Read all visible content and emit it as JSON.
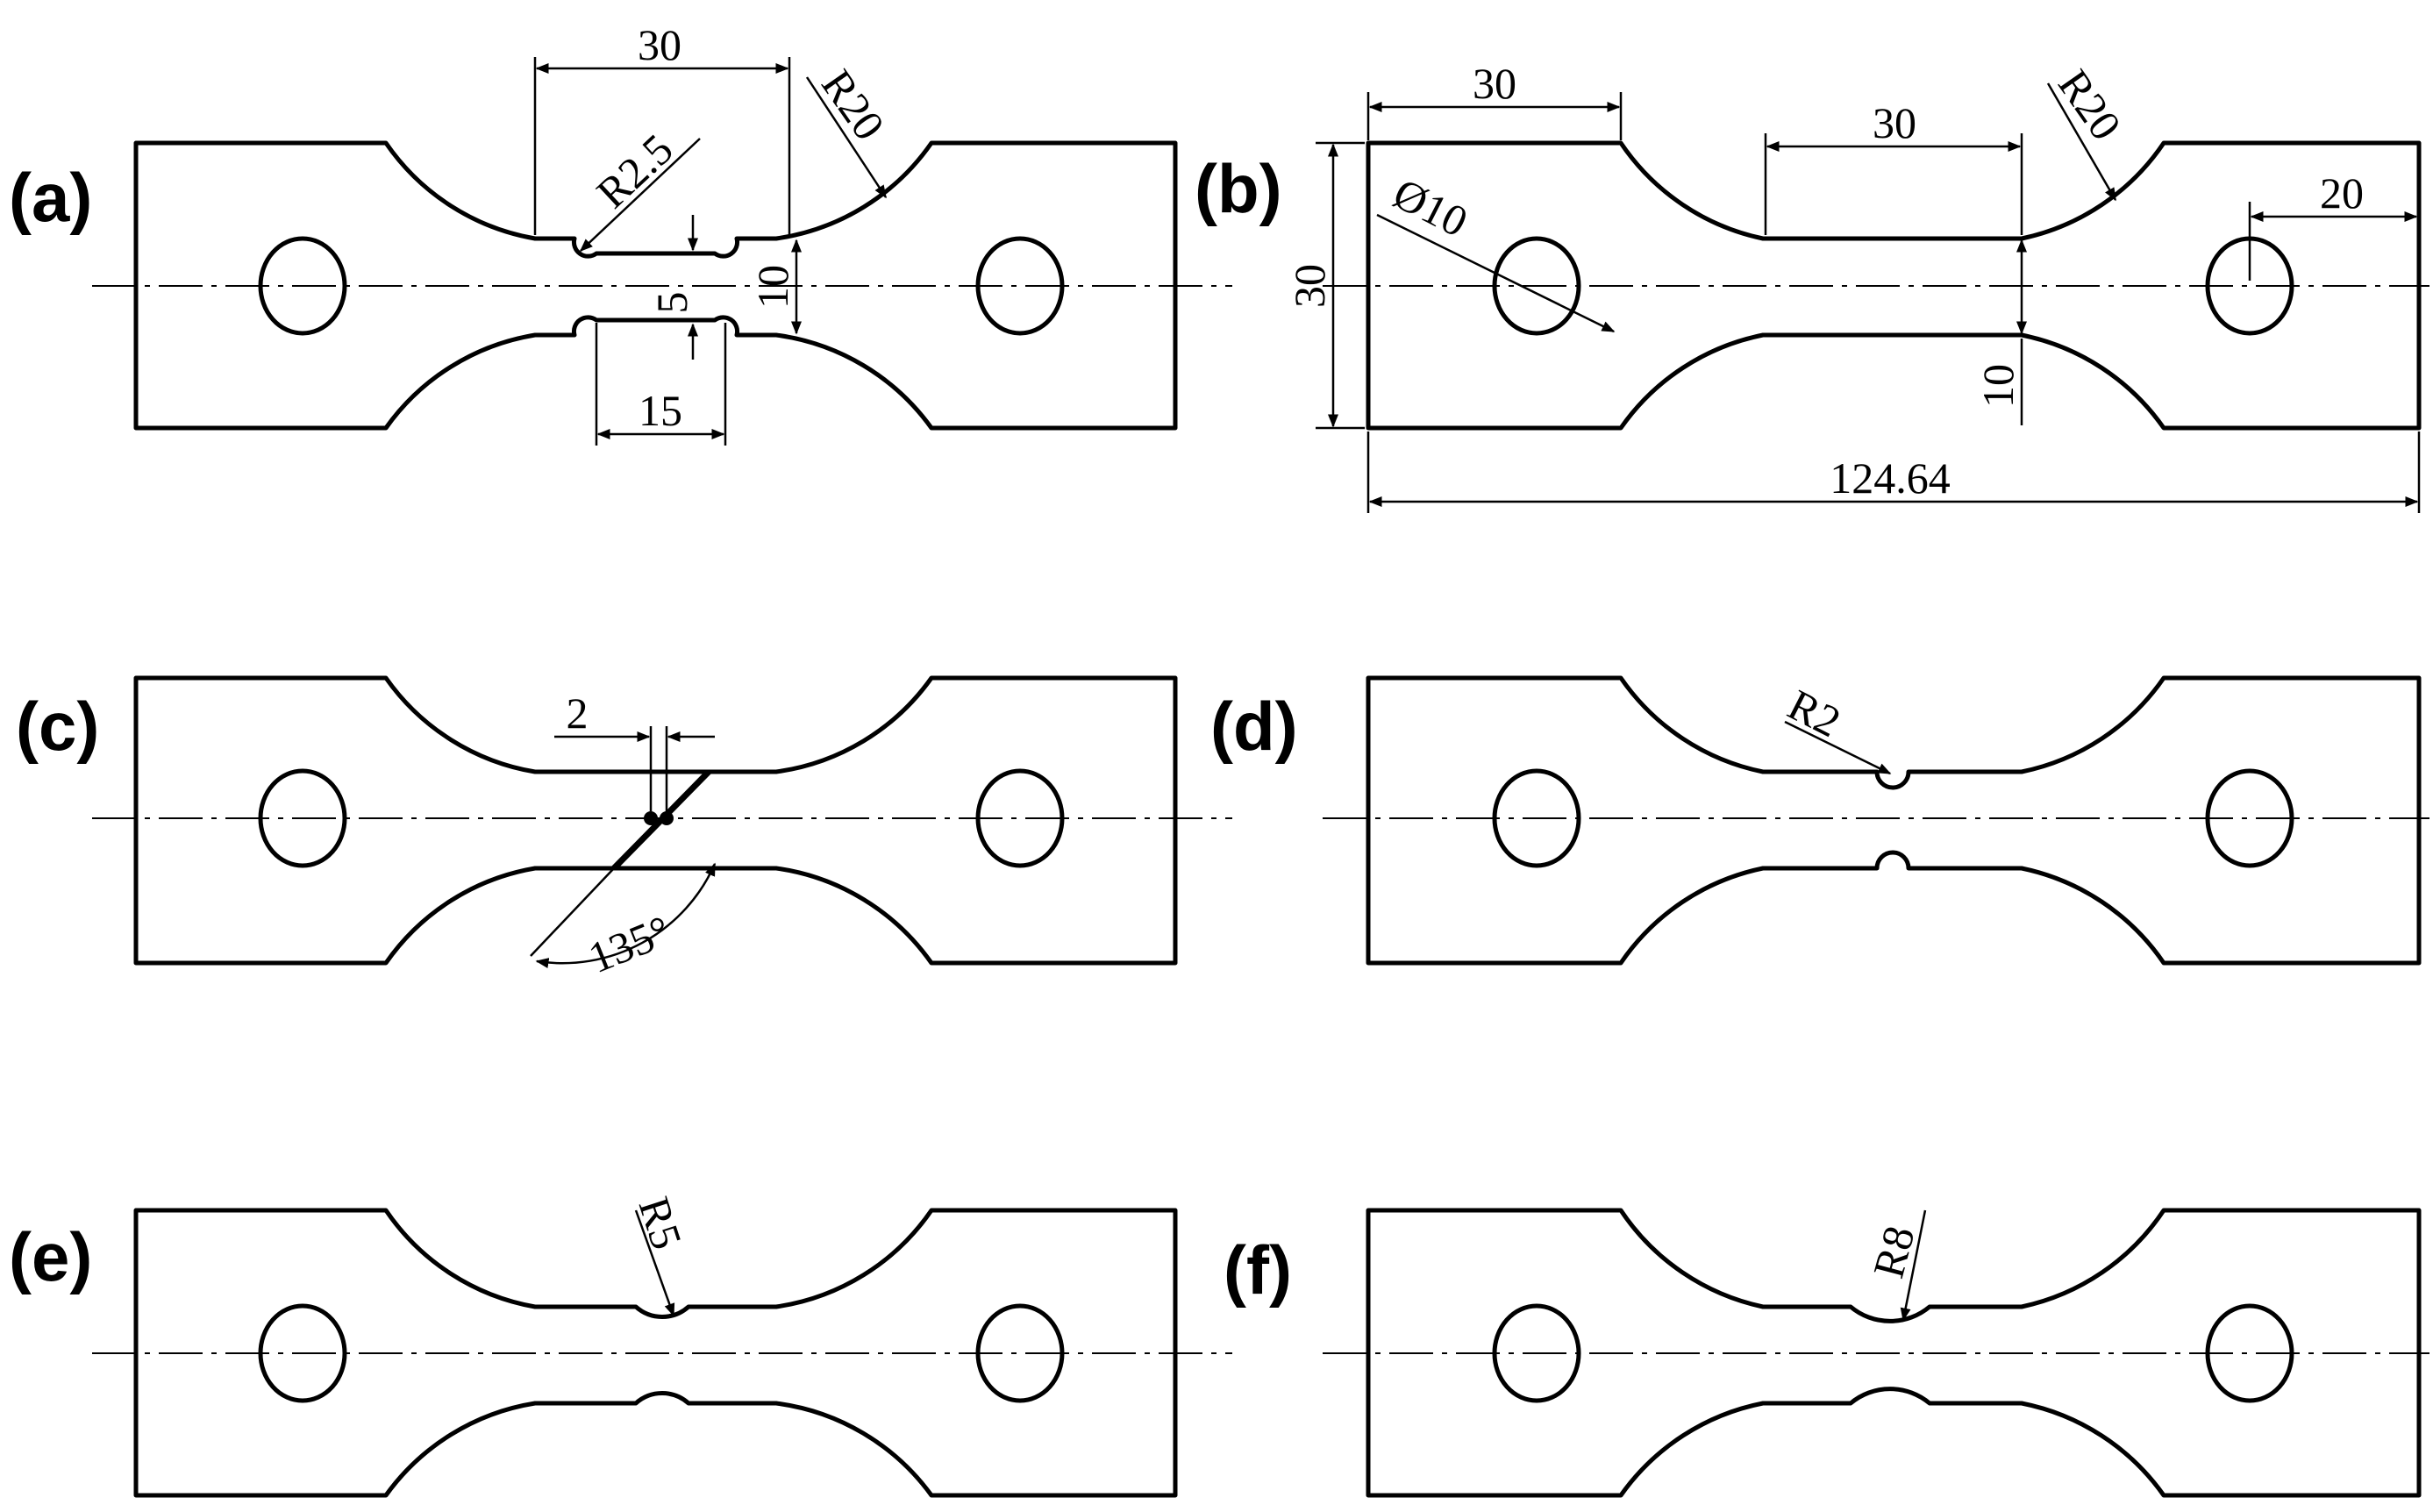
{
  "panels": [
    {
      "id": "a",
      "label": "(a)"
    },
    {
      "id": "b",
      "label": "(b)"
    },
    {
      "id": "c",
      "label": "(c)"
    },
    {
      "id": "d",
      "label": "(d)"
    },
    {
      "id": "e",
      "label": "(e)"
    },
    {
      "id": "f",
      "label": "(f)"
    }
  ],
  "dimensions": {
    "a": {
      "gauge_top": "30",
      "notch_radius": "R2.5",
      "fillet_radius": "R20",
      "min_width": "5",
      "gauge_width": "10",
      "notch_length": "15"
    },
    "b": {
      "grip_length": "30",
      "gauge_length": "30",
      "fillet_radius": "R20",
      "hole_diameter": "Ø10",
      "hole_offset": "20",
      "total_width": "30",
      "gauge_width": "10",
      "total_length": "124.64"
    },
    "c": {
      "crack_spacing": "2",
      "crack_angle": "135°"
    },
    "d": {
      "notch_radius": "R2"
    },
    "e": {
      "notch_radius": "R5"
    },
    "f": {
      "notch_radius": "R8"
    }
  }
}
